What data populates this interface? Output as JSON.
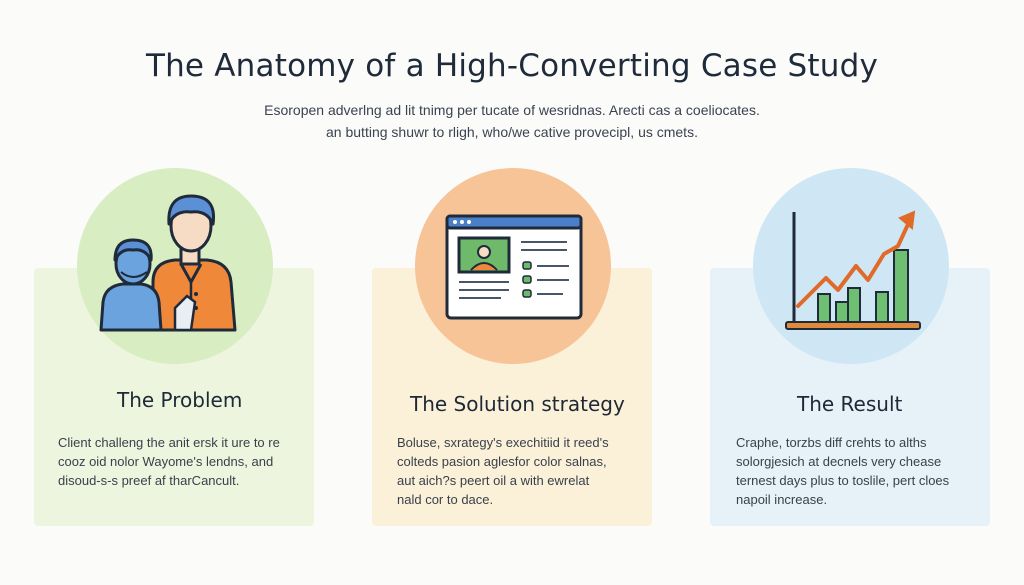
{
  "title": "The Anatomy of a High-Converting Case Study",
  "subtitle": {
    "line1": "Esoropen adverlng ad lit tnimg per tucate of wesridnas. Arecti cas a coeliocates.",
    "line2": "an butting shuwr to rligh, who/we cative provecipl, us cmets."
  },
  "panels": [
    {
      "title": "The Problem",
      "icon": "people-icon",
      "accent": "#d8edc2",
      "lines": [
        "Client challeng the anit ersk it ure to re",
        "cooz oid nolor Wayome's lendns, and",
        "disoud-s-s preef af tharCancult."
      ]
    },
    {
      "title": "The Solution strategy",
      "icon": "browser-window-icon",
      "accent": "#f7c497",
      "lines": [
        "Boluse, sxrategy's exechitiid it reed's",
        "colteds pasion aglesfor color salnas,",
        "aut aich?s peert oil a with ewrelat",
        "nald cor to dace."
      ]
    },
    {
      "title": "The Result",
      "icon": "growth-chart-icon",
      "accent": "#cfe7f4",
      "lines": [
        "Craphe, torzbs diff crehts to alths",
        "solorgjesich at decnels very chease",
        "ternest days plus to toslile, pert cloes",
        "napoil increase."
      ]
    }
  ]
}
